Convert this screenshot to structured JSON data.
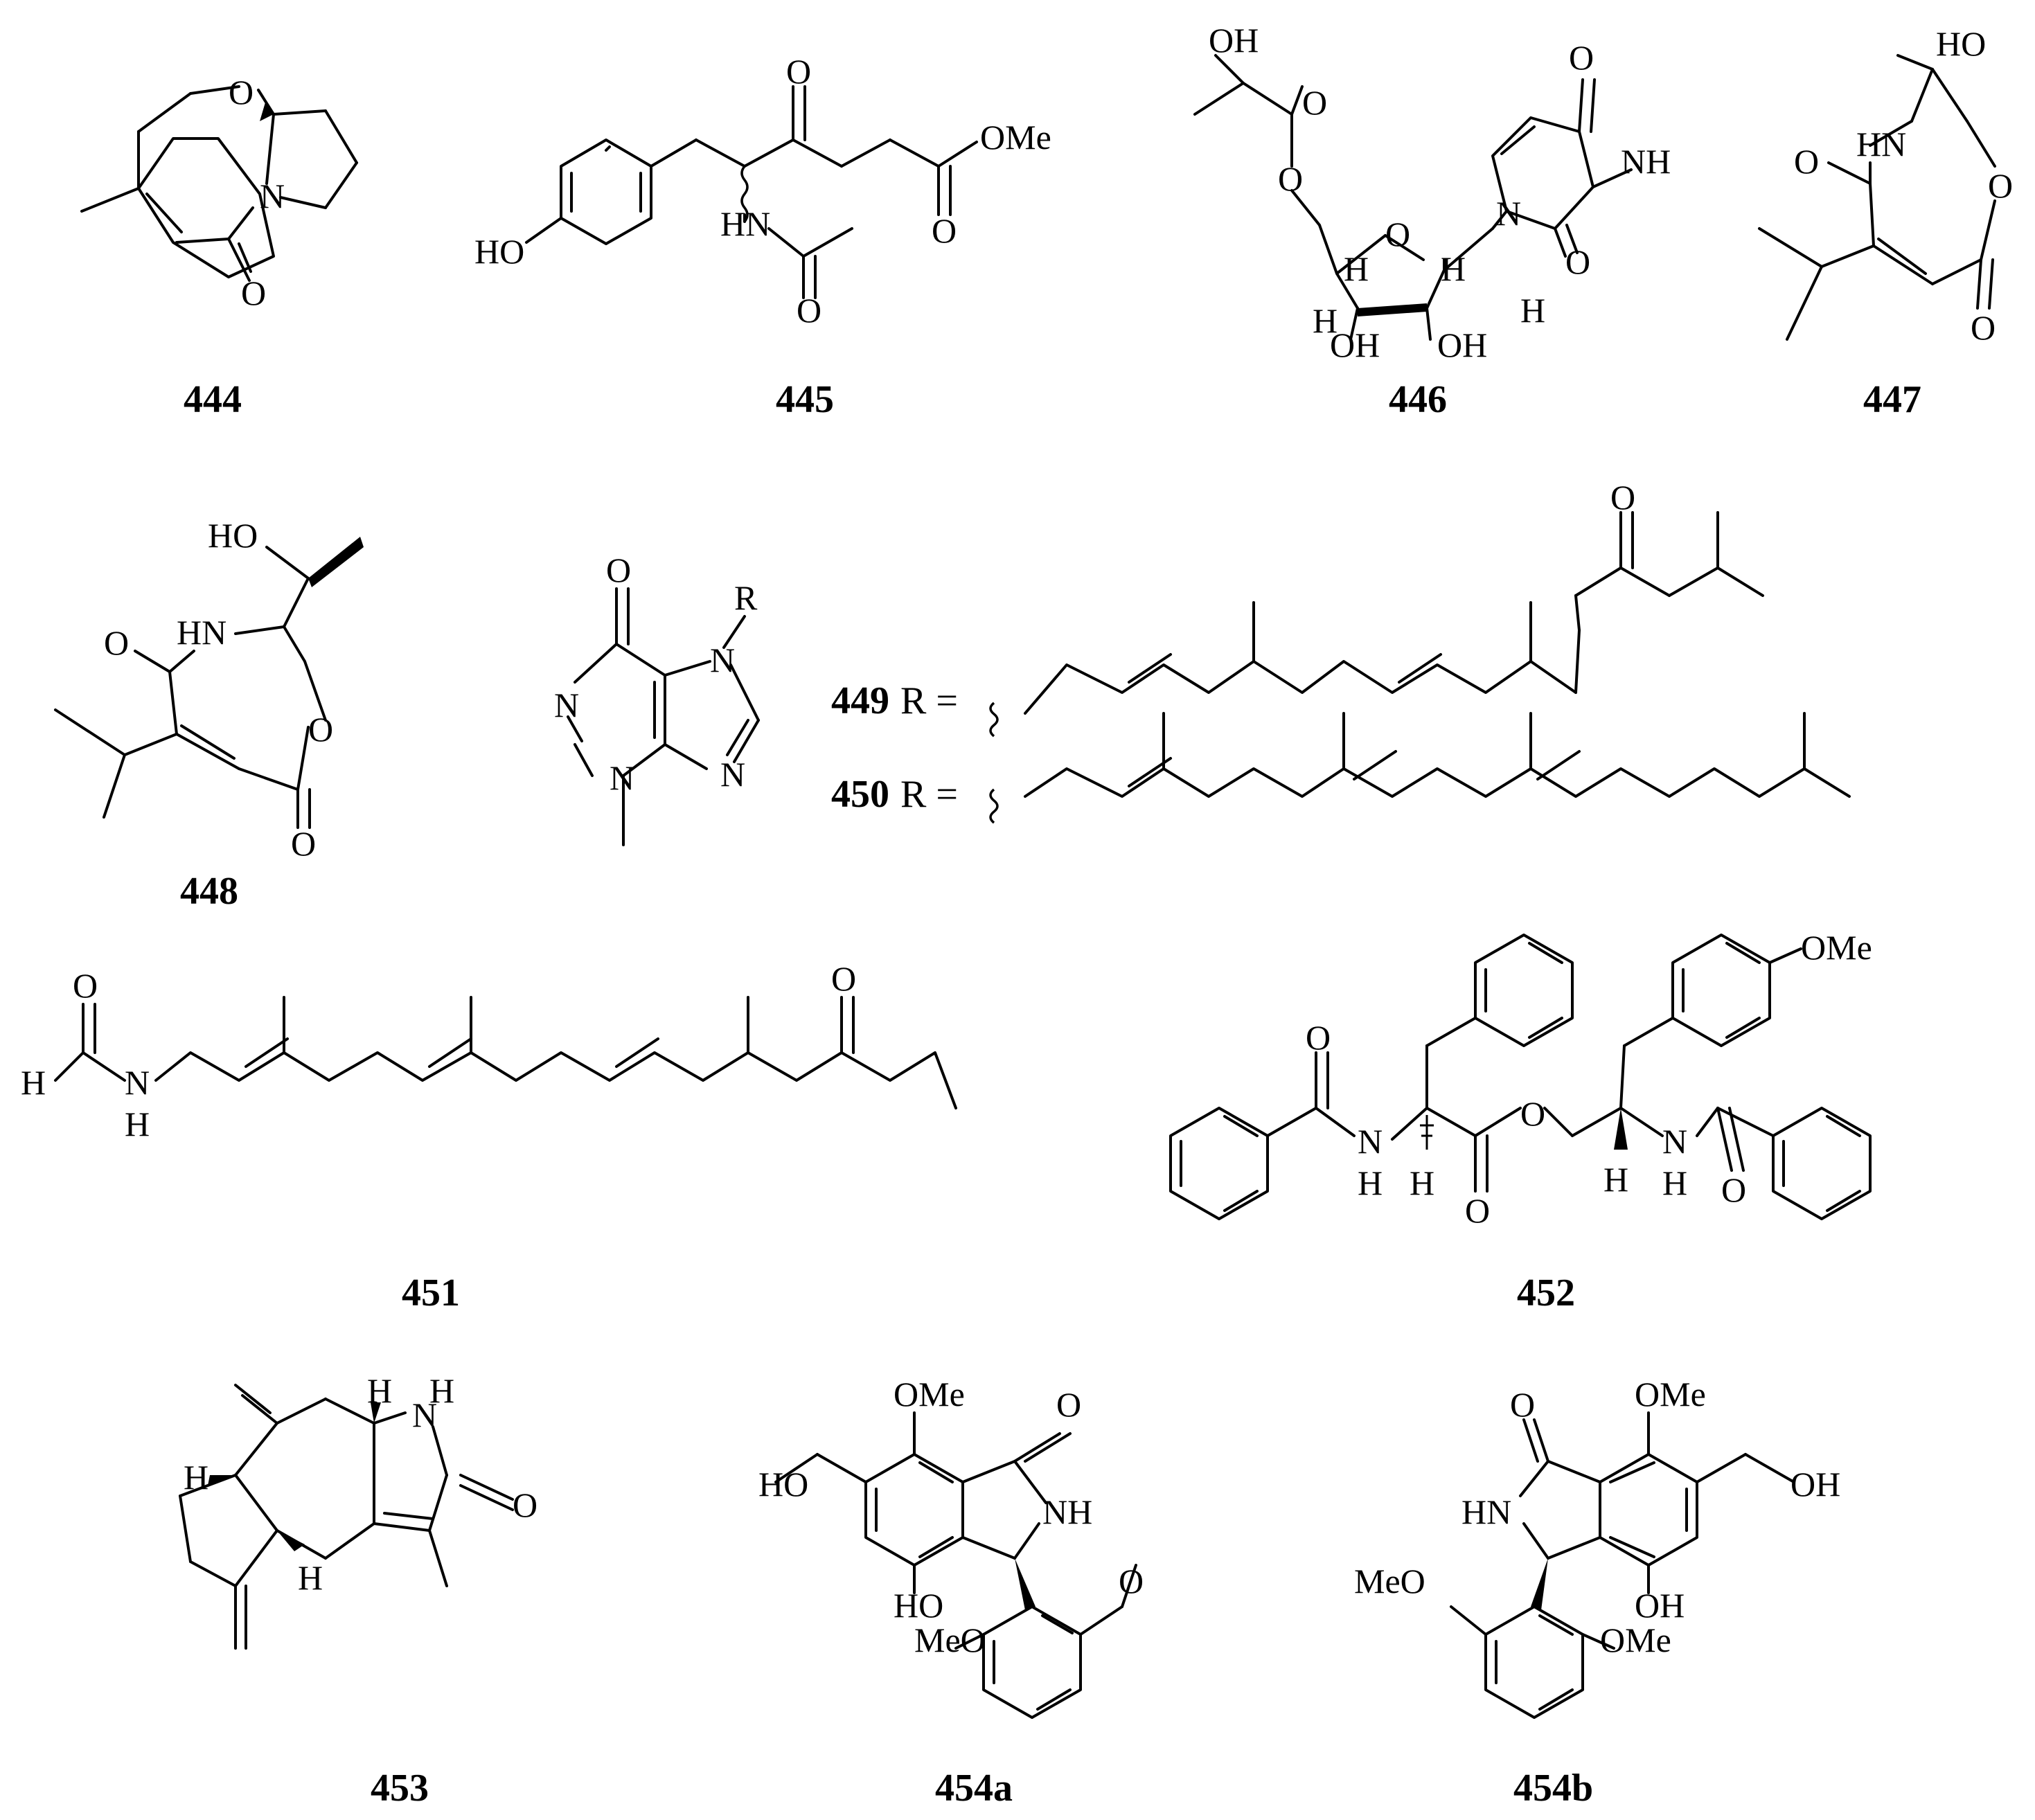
{
  "compounds": {
    "c444": "444",
    "c445": "445",
    "c446": "446",
    "c447": "447",
    "c448": "448",
    "c449": "449",
    "c450": "450",
    "c451": "451",
    "c452": "452",
    "c453": "453",
    "c454a": "454a",
    "c454b": "454b"
  },
  "r_group": {
    "prefix": "R =",
    "sub": "R"
  },
  "atoms": {
    "O": "O",
    "N": "N",
    "H": "H",
    "HN": "HN",
    "NH": "NH",
    "HO": "HO",
    "OH": "OH",
    "OMe": "OMe",
    "MeO": "MeO"
  }
}
